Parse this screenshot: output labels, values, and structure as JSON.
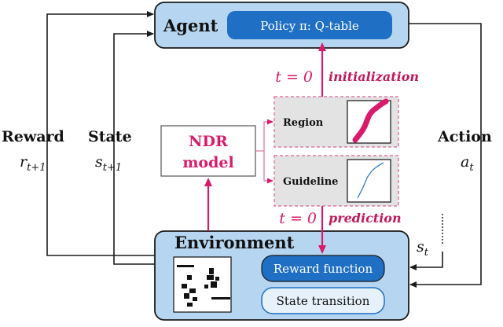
{
  "agent": {
    "title": "Agent",
    "policy": "Policy π: Q-table"
  },
  "environment": {
    "title": "Environment",
    "reward_function": "Reward function",
    "state_transition": "State transition"
  },
  "ndr": {
    "line1": "NDR",
    "line2": "model"
  },
  "outputs": {
    "region": "Region",
    "guideline": "Guideline"
  },
  "left": {
    "reward_label": "Reward",
    "reward_symbol": "r",
    "reward_sub": "t+1",
    "state_label": "State",
    "state_symbol": "s",
    "state_sub": "t+1"
  },
  "right": {
    "action_label": "Action",
    "action_symbol": "a",
    "action_sub": "t",
    "state_symbol": "s",
    "state_sub": "t"
  },
  "annotations": {
    "t0_top": "t = 0",
    "initialization": "initialization",
    "t0_bottom": "t = 0",
    "prediction": "prediction"
  },
  "colors": {
    "box_fill": "#b6d5f0",
    "box_stroke": "#1b1b1b",
    "pill_dark": "#1f6fc4",
    "pill_light": "#e6f1fb",
    "pink": "#d81b6a",
    "dashed_pink": "#e07aa6",
    "panel_gray": "#e3e3e3"
  }
}
